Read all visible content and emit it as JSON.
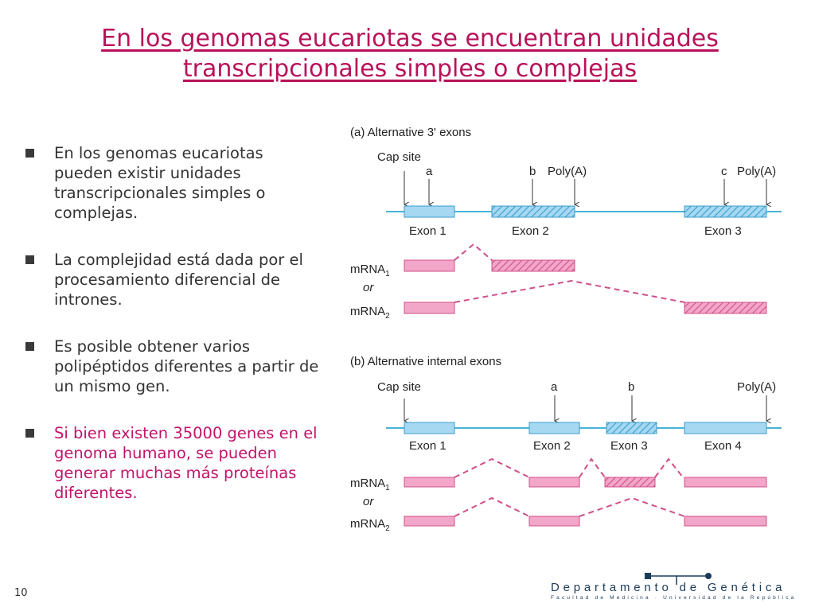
{
  "slide": {
    "title": "En los genomas eucariotas se encuentran unidades transcripcionales simples o complejas",
    "number": "10"
  },
  "bullets": [
    {
      "text": "En los genomas eucariotas pueden existir unidades transcripcionales simples o complejas.",
      "highlight": false
    },
    {
      "text": "La complejidad está dada por el procesamiento diferencial de intrones.",
      "highlight": false
    },
    {
      "text": "Es posible obtener varios polipéptidos diferentes a partir de un mismo gen.",
      "highlight": false
    },
    {
      "text": "Si bien existen 35000 genes en el genoma humano, se pueden generar muchas más proteínas diferentes.",
      "highlight": true
    }
  ],
  "diagram": {
    "panel_a": {
      "title": "(a)  Alternative 3' exons",
      "cap_site": "Cap site",
      "markers": [
        "a",
        "b",
        "Poly(A)",
        "c",
        "Poly(A)"
      ],
      "exons": [
        "Exon 1",
        "Exon 2",
        "Exon 3"
      ],
      "mrna1": "mRNA",
      "mrna2": "mRNA",
      "or": "or"
    },
    "panel_b": {
      "title": "(b)  Alternative internal exons",
      "cap_site": "Cap site",
      "markers": [
        "a",
        "b",
        "Poly(A)"
      ],
      "exons": [
        "Exon 1",
        "Exon 2",
        "Exon 3",
        "Exon 4"
      ],
      "mrna1": "mRNA",
      "mrna2": "mRNA",
      "or": "or"
    },
    "subscripts": [
      "1",
      "2"
    ],
    "colors": {
      "gene_line": "#4ab3d6",
      "exon_fill": "#a6d8f2",
      "exon_stroke": "#3a9ccc",
      "mrna_fill": "#f2a6c8",
      "mrna_stroke": "#d0508a",
      "hatch": "#d0508a"
    }
  },
  "footer": {
    "department": "Departamento de Genética",
    "subtitle": "Facultad de Medicina · Universidad de la República"
  }
}
